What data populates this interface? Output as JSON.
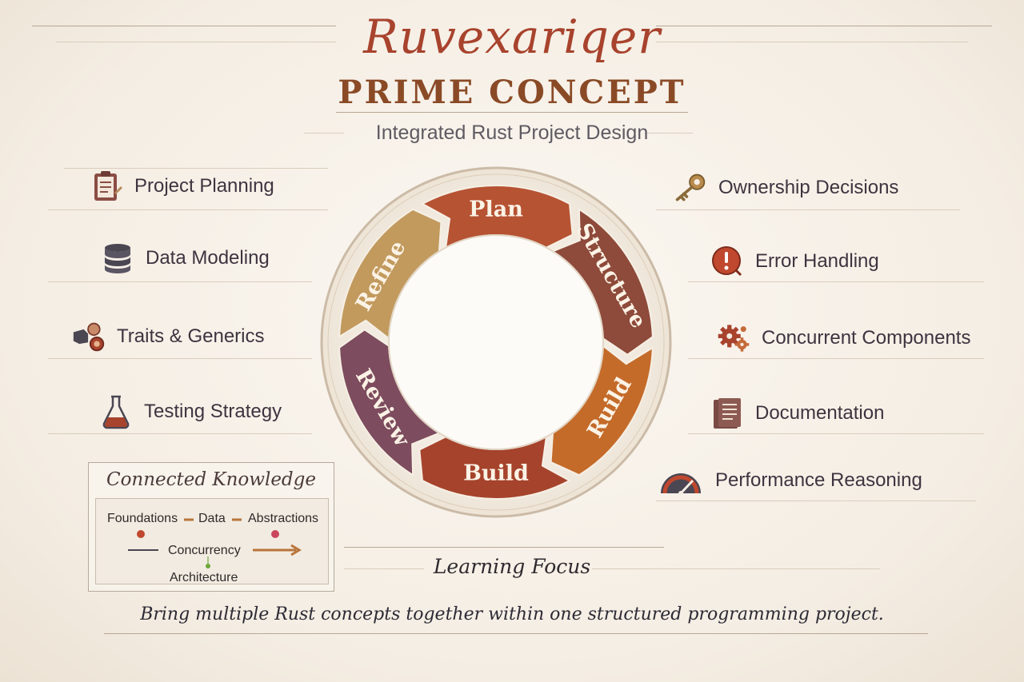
{
  "header": {
    "title": "Ruvexariqer",
    "subtitle": "PRIME CONCEPT",
    "tagline": "Integrated Rust Project Design"
  },
  "left_items": [
    {
      "label": "Project Planning",
      "icon": "clipboard-icon"
    },
    {
      "label": "Data Modeling",
      "icon": "database-icon"
    },
    {
      "label": "Traits & Generics",
      "icon": "traits-icon"
    },
    {
      "label": "Testing Strategy",
      "icon": "flask-icon"
    }
  ],
  "right_items": [
    {
      "label": "Ownership Decisions",
      "icon": "key-icon"
    },
    {
      "label": "Error Handling",
      "icon": "alert-icon"
    },
    {
      "label": "Concurrent Components",
      "icon": "gears-icon"
    },
    {
      "label": "Documentation",
      "icon": "document-icon"
    },
    {
      "label": "Performance Reasoning",
      "icon": "gauge-icon"
    }
  ],
  "cycle": {
    "segments": [
      {
        "label": "Plan",
        "color": "#b65333"
      },
      {
        "label": "Structure",
        "color": "#8e4a3a"
      },
      {
        "label": "Ruild",
        "color": "#c46b2a"
      },
      {
        "label": "Build",
        "color": "#a6432c"
      },
      {
        "label": "Review",
        "color": "#7d4c5e"
      },
      {
        "label": "Refine",
        "color": "#c29a5e"
      }
    ]
  },
  "knowledge": {
    "heading": "Connected Knowledge",
    "nodes": {
      "foundations": "Foundations",
      "data": "Data",
      "abstractions": "Abstractions",
      "concurrency": "Concurrency",
      "architecture": "Architecture"
    }
  },
  "footer": {
    "focus": "Learning Focus",
    "description": "Bring multiple Rust concepts together within one structured programming project."
  }
}
